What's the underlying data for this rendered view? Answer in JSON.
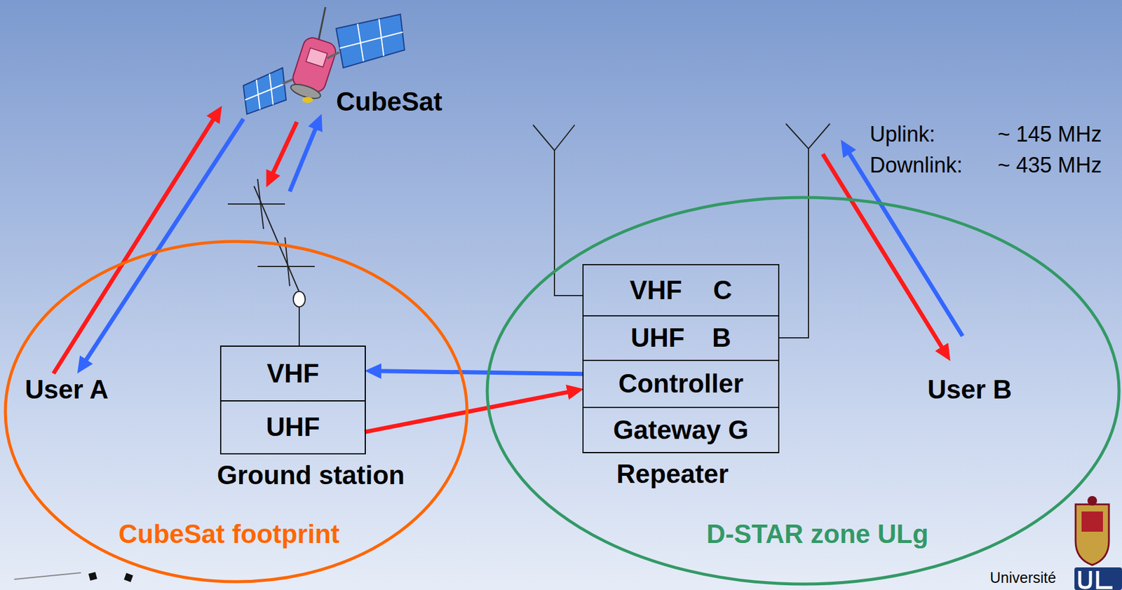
{
  "diagram": {
    "nodes": [
      {
        "text": [
          "CubeSat"
        ]
      },
      {
        "text": [
          "CubeSat footprint"
        ]
      },
      {
        "text": [
          "User A"
        ],
        "in": 1
      },
      {
        "text": [
          "Ground station"
        ],
        "in": 1
      },
      {
        "text": [
          "VHF"
        ],
        "in": 3
      },
      {
        "text": [
          "UHF"
        ],
        "in": 3
      },
      {
        "text": [
          "D-STAR zone ULg"
        ]
      },
      {
        "text": [
          "Repeater"
        ],
        "in": 6
      },
      {
        "text": [
          "VHF C"
        ],
        "in": 7
      },
      {
        "text": [
          "UHF B"
        ],
        "in": 7
      },
      {
        "text": [
          "Controller"
        ],
        "in": 7
      },
      {
        "text": [
          "Gateway G"
        ],
        "in": 7
      },
      {
        "text": [
          "User B"
        ],
        "in": 6
      }
    ],
    "edges": [
      {
        "from": 2,
        "to": 0,
        "arrow": "to"
      },
      {
        "from": 0,
        "to": 2,
        "arrow": "to"
      },
      {
        "from": 10,
        "to": 4,
        "arrow": "to"
      },
      {
        "from": 5,
        "to": 10,
        "arrow": "to"
      }
    ],
    "labels": [
      "Uplink:",
      "~ 145 MHz",
      "Downlink:",
      "~ 435 MHz",
      "Université"
    ]
  }
}
